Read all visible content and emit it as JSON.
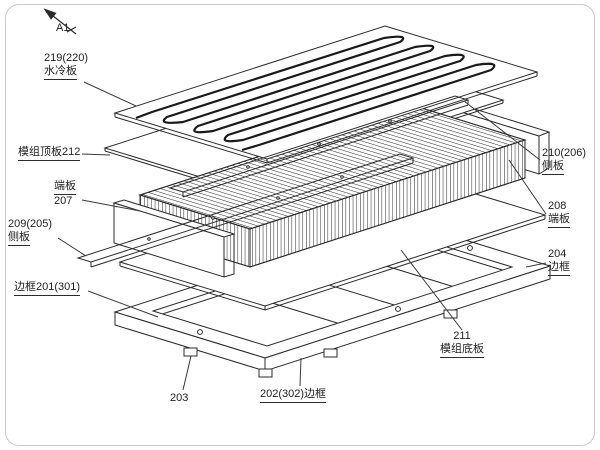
{
  "figure": {
    "view_marker": "A1",
    "border_color": "#c9c9c9",
    "line_color": "#2b2b2b",
    "labels": {
      "cooling_plate_ref": "219(220)",
      "cooling_plate_name": "水冷板",
      "module_top_plate": "模组顶板212",
      "side_plate_rear_ref": "210(206)",
      "side_plate_rear_name": "侧板",
      "end_plate_left_name": "端板",
      "end_plate_left_ref": "207",
      "end_plate_right_ref": "208",
      "end_plate_right_name": "端板",
      "side_plate_front_ref": "209(205)",
      "side_plate_front_name": "侧板",
      "frame_left": "边框201(301)",
      "frame_right_ref": "204",
      "frame_right_name": "边框",
      "module_bottom_plate_ref": "211",
      "module_bottom_plate_name": "模组底板",
      "tray_ref": "203",
      "frame_front": "202(302)边框"
    }
  }
}
